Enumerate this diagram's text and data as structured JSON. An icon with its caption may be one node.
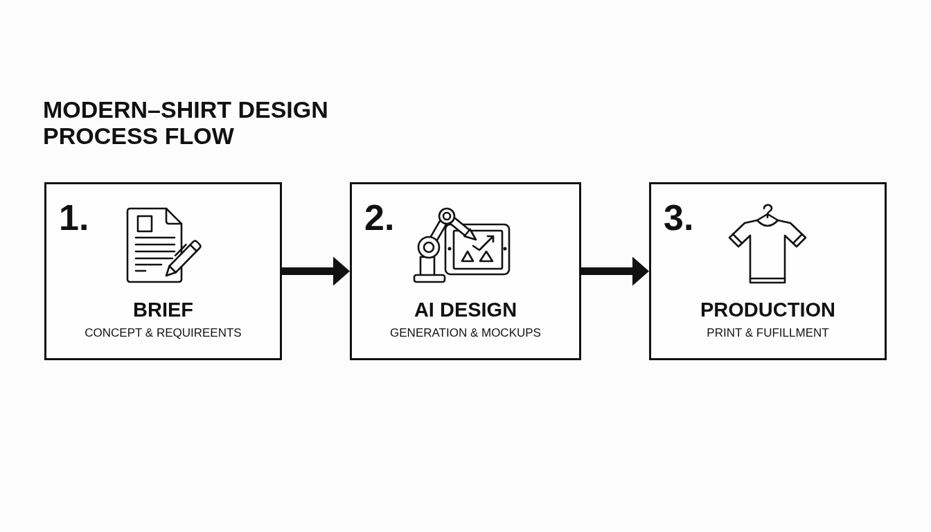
{
  "diagram": {
    "title": "MODERN–SHIRT DESIGN PROCESS FLOW",
    "nodes": [
      {
        "text": [
          "1.",
          "BRIEF",
          "CONCEPT & REQUIREENTS"
        ]
      },
      {
        "text": [
          "2.",
          "AI DESIGN",
          "GENERATION & MOCKUPS"
        ]
      },
      {
        "text": [
          "3.",
          "PRODUCTION",
          "PRINT & FUFILLMENT"
        ]
      }
    ],
    "edges": [
      {
        "from": 0,
        "to": 1,
        "arrow": "to"
      },
      {
        "from": 1,
        "to": 2,
        "arrow": "to"
      }
    ]
  }
}
